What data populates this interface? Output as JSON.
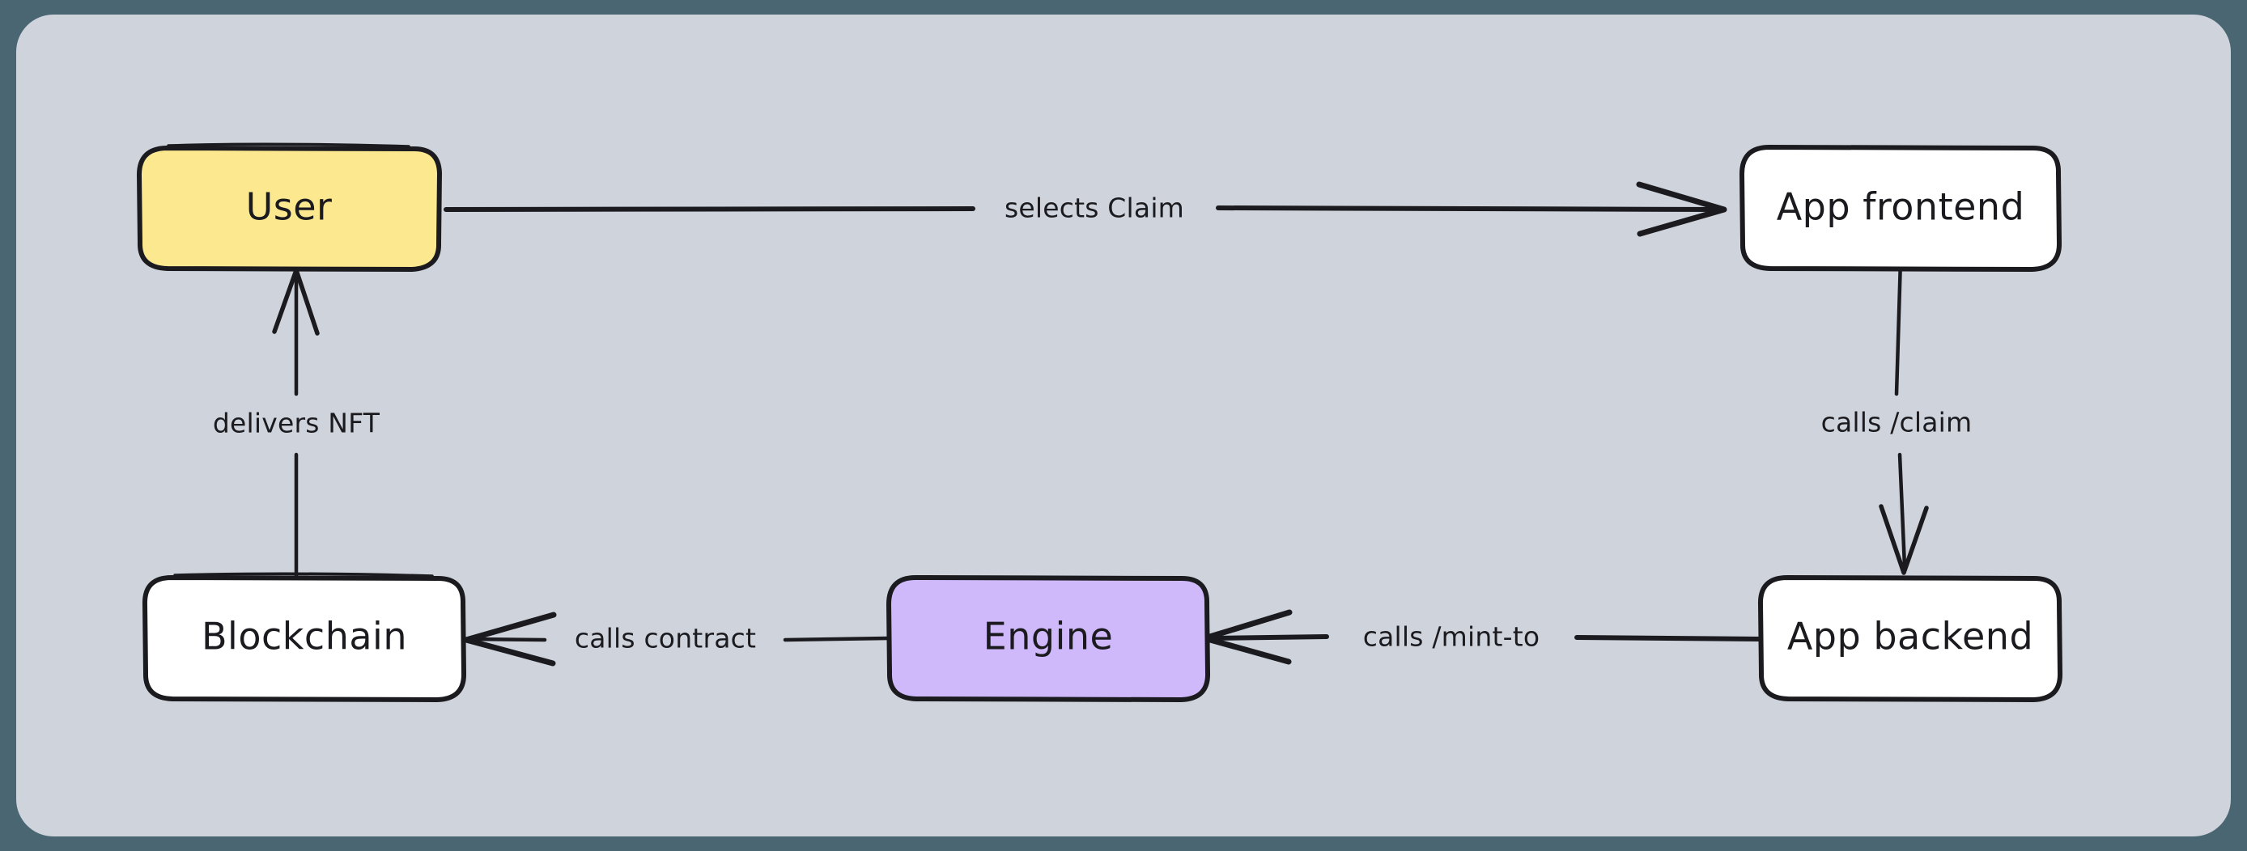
{
  "canvas": {
    "background_color": "#4a6672",
    "surface_color": "#ced3dc"
  },
  "diagram": {
    "type": "flowchart",
    "style": "hand-drawn",
    "nodes": [
      {
        "id": "user",
        "label": "User",
        "fill": "#fbe88f",
        "stroke": "#1b1b1f"
      },
      {
        "id": "app-frontend",
        "label": "App frontend",
        "fill": "#ffffff",
        "stroke": "#1b1b1f"
      },
      {
        "id": "blockchain",
        "label": "Blockchain",
        "fill": "#ffffff",
        "stroke": "#1b1b1f"
      },
      {
        "id": "engine",
        "label": "Engine",
        "fill": "#cfb9fa",
        "stroke": "#1b1b1f"
      },
      {
        "id": "app-backend",
        "label": "App backend",
        "fill": "#ffffff",
        "stroke": "#1b1b1f"
      }
    ],
    "edges": [
      {
        "id": "user-to-frontend",
        "from": "user",
        "to": "app-frontend",
        "label": "selects Claim"
      },
      {
        "id": "frontend-to-backend",
        "from": "app-frontend",
        "to": "app-backend",
        "label": "calls /claim"
      },
      {
        "id": "backend-to-engine",
        "from": "app-backend",
        "to": "engine",
        "label": "calls /mint-to"
      },
      {
        "id": "engine-to-blockchain",
        "from": "engine",
        "to": "blockchain",
        "label": "calls contract"
      },
      {
        "id": "blockchain-to-user",
        "from": "blockchain",
        "to": "user",
        "label": "delivers NFT"
      }
    ]
  }
}
